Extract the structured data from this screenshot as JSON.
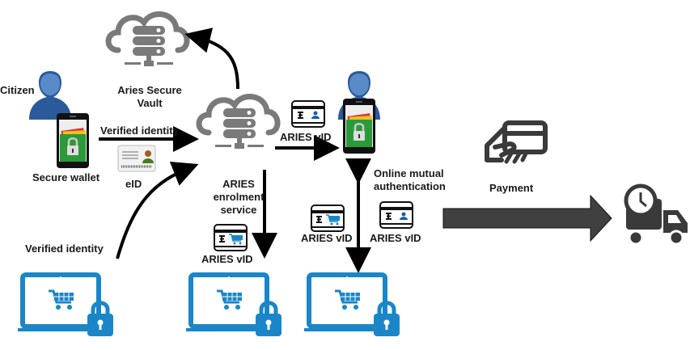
{
  "diagram": {
    "actors": {
      "citizen": "Citizen",
      "secure_wallet": "Secure wallet",
      "vault": [
        "Aries Secure",
        "Vault"
      ],
      "enrolment": [
        "ARIES",
        "enrolment",
        "service"
      ],
      "payment": "Payment"
    },
    "edges": {
      "verified_identity_top": "Verified identity",
      "verified_identity_bottom": "Verified identity",
      "eid": "eID",
      "vid_to_user": "ARIES vID",
      "vid_to_shop": "ARIES vID",
      "vid_shop_mid": "ARIES vID",
      "vid_user_mid": "ARIES vID",
      "mutual_auth": [
        "Online mutual",
        "authentication"
      ]
    },
    "colors": {
      "cloud": "#7a7a7a",
      "laptop": "#1a86c8",
      "user": "#2a5a9a",
      "arrow": "#000000",
      "big_arrow": "#404040",
      "icon_dark": "#3a3a3a"
    }
  }
}
